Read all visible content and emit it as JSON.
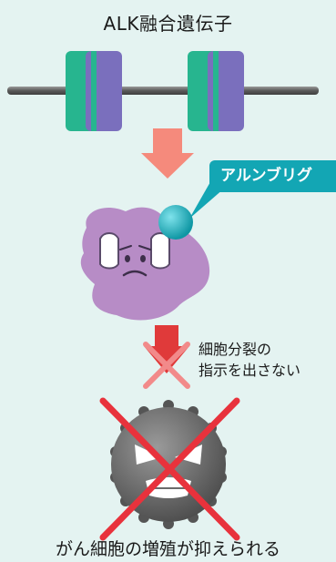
{
  "title": "ALK融合遺伝子",
  "drug_label": "アルンブリグ",
  "signal_note": {
    "line1": "細胞分裂の",
    "line2": "指示を出さない"
  },
  "caption": "がん細胞の増殖が抑えられる",
  "colors": {
    "background": "#e4f3f1",
    "gene_green": "#27b58f",
    "gene_purple": "#7a6fbd",
    "arrow_pink": "#f58a7c",
    "arrow_red": "#e03a3a",
    "drug_teal": "#13a6b4",
    "cell_purple": "#b78cc6",
    "cancer_gray": "#6b6b6b",
    "cross_red": "#e8323c"
  }
}
